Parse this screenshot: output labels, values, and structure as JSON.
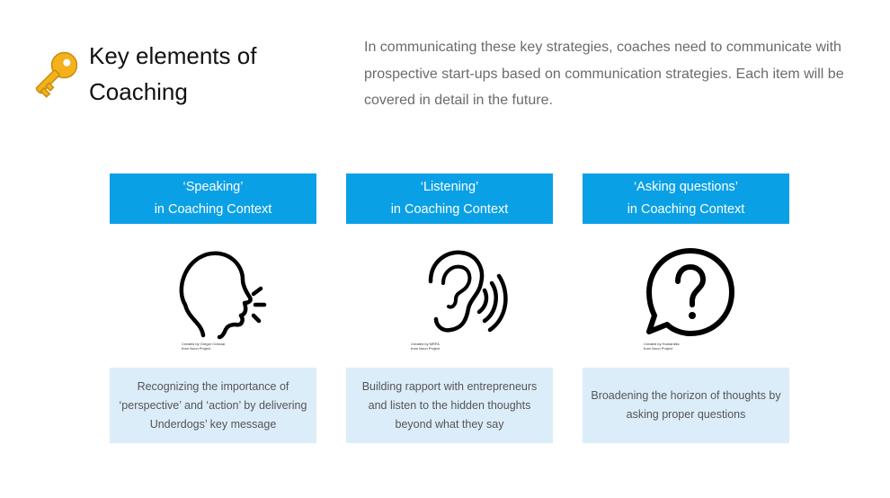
{
  "header": {
    "title_line1": "Key elements of",
    "title_line2": "Coaching",
    "key_icon": "key-icon",
    "intro": "In communicating these key strategies, coaches need to communicate with prospective start-ups based on communication strategies. Each item will be covered in detail in the future."
  },
  "colors": {
    "header_bg": "#0aa0e6",
    "body_bg": "#dcedfa",
    "key_gold": "#f3b21b"
  },
  "cards": [
    {
      "header_line1": "‘Speaking’",
      "header_line2": "in Coaching Context",
      "icon": "speaking-head-icon",
      "credit_line1": "Created by Gregor Cresnar",
      "credit_line2": "from Noun Project",
      "body": "Recognizing the importance of ‘perspective’ and ‘action’ by delivering Underdogs’ key message"
    },
    {
      "header_line1": "‘Listening’",
      "header_line2": "in Coaching Context",
      "icon": "listening-ear-icon",
      "credit_line1": "Created by MRFA",
      "credit_line2": "from Noun Project",
      "body": "Building rapport with entrepreneurs and listen to the hidden thoughts beyond what they say"
    },
    {
      "header_line1": "‘Asking questions’",
      "header_line2": "in Coaching Context",
      "icon": "question-bubble-icon",
      "credit_line1": "Created by Humantiks",
      "credit_line2": "from Noun Project",
      "body": "Broadening the horizon of thoughts by asking proper questions"
    }
  ]
}
